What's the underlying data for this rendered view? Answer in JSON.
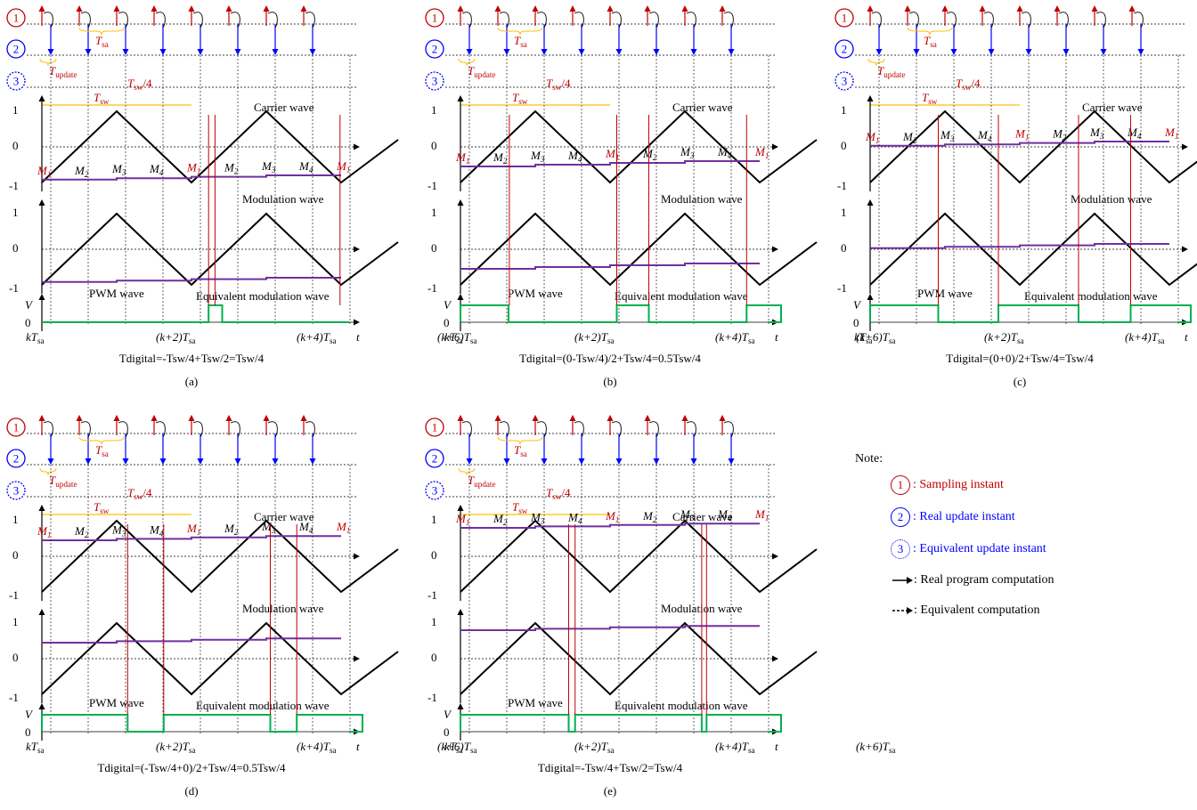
{
  "panels": [
    {
      "id": "a",
      "label": "(a)",
      "formula": "T_digital=-T_sw/4+T_sw/2=T_sw/4",
      "formula_text": "Tdigital=-Tsw/4+Tsw/2=Tsw/4"
    },
    {
      "id": "b",
      "label": "(b)",
      "formula_text": "Tdigital=(0-Tsw/4)/2+Tsw/4=0.5Tsw/4"
    },
    {
      "id": "c",
      "label": "(c)",
      "formula_text": "Tdigital=(0+0)/2+Tsw/4=Tsw/4"
    },
    {
      "id": "d",
      "label": "(d)",
      "formula_text": "Tdigital=(-Tsw/4+0)/2+Tsw/4=0.5Tsw/4"
    },
    {
      "id": "e",
      "label": "(e)",
      "formula_text": "Tdigital=-Tsw/4+Tsw/2=Tsw/4"
    }
  ],
  "labels": {
    "carrier": "Carrier wave",
    "modulation": "Modulation wave",
    "eq_modulation": "Equivalent modulation wave",
    "pwm": "PWM wave",
    "t": "t",
    "V": "V",
    "tsa": "T",
    "tsa_sub": "sa",
    "tupdate_sub": "update",
    "tsw_sub": "sw",
    "tsw4": "/4",
    "m": "M",
    "ticks": [
      "kT",
      "(k+2)T",
      "(k+4)T",
      "(k+6)T"
    ],
    "one": "1",
    "zero": "0",
    "minus_one": "-1",
    "c1": "1",
    "c2": "2",
    "c3": "3"
  },
  "note": {
    "title": "Note:",
    "items": [
      {
        "sym": "1",
        "text": ": Sampling instant"
      },
      {
        "sym": "2",
        "text": ": Real update instant"
      },
      {
        "sym": "3",
        "text": ": Equivalent update instant"
      },
      {
        "sym": "solid-arrow",
        "text": ": Real program computation"
      },
      {
        "sym": "dashed-arrow",
        "text": ": Equivalent computation"
      }
    ]
  },
  "colors": {
    "red": "#c00000",
    "blue": "#0000ff",
    "orange": "#ffc000",
    "purple": "#7030a0",
    "green": "#00b050",
    "black": "#000000"
  }
}
